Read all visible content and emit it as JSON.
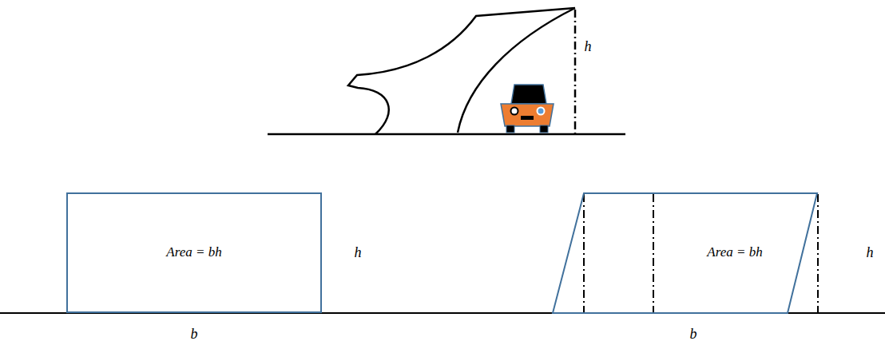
{
  "diagram": {
    "nodes": [
      {
        "text": [
          "Area = bh"
        ]
      },
      {
        "text": [
          "Area = bh"
        ]
      }
    ],
    "labels": [
      "h",
      "h",
      "b",
      "h",
      "b"
    ]
  }
}
